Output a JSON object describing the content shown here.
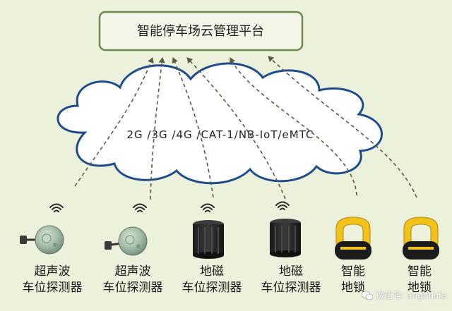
{
  "platform": {
    "title": "智能停车场云管理平台"
  },
  "network": {
    "label": "2G /3G /4G /CAT-1/NB-IoT/eMTC"
  },
  "devices": [
    {
      "line1": "超声波",
      "line2": "车位探测器",
      "icon": "ultrasonic-sensor-icon"
    },
    {
      "line1": "超声波",
      "line2": "车位探测器",
      "icon": "ultrasonic-sensor-icon"
    },
    {
      "line1": "地磁",
      "line2": "车位探测器",
      "icon": "geomagnetic-sensor-icon"
    },
    {
      "line1": "地磁",
      "line2": "车位探测器",
      "icon": "geomagnetic-sensor-icon"
    },
    {
      "line1": "智能",
      "line2": "地锁",
      "icon": "parking-lock-icon"
    },
    {
      "line1": "智能",
      "line2": "地锁",
      "icon": "parking-lock-icon"
    }
  ],
  "watermark": {
    "text": "微信号: angnuole",
    "icon": "wechat-icon"
  },
  "colors": {
    "background": "#ecf1dc",
    "box_border": "#6e8a4e",
    "arrow": "#5b5b45",
    "lock_yellow": "#f2c21b"
  }
}
